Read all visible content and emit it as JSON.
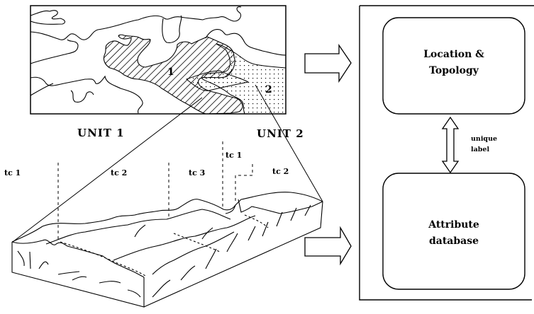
{
  "map": {
    "polygon_labels": [
      "1",
      "2"
    ]
  },
  "block_diagram": {
    "units": [
      "UNIT 1",
      "UNIT 2"
    ],
    "terrain_components": [
      {
        "unit": "UNIT 1",
        "label": "tc 1"
      },
      {
        "unit": "UNIT 1",
        "label": "tc 2"
      },
      {
        "unit": "UNIT 1",
        "label": "tc 3"
      },
      {
        "unit": "UNIT 2",
        "label": "tc 1"
      },
      {
        "unit": "UNIT 2",
        "label": "tc 2"
      }
    ]
  },
  "database": {
    "location_box": {
      "line1": "Location &",
      "line2": "Topology"
    },
    "link_label": {
      "line1": "unique",
      "line2": "label"
    },
    "attribute_box": {
      "line1": "Attribute",
      "line2": "database"
    }
  }
}
